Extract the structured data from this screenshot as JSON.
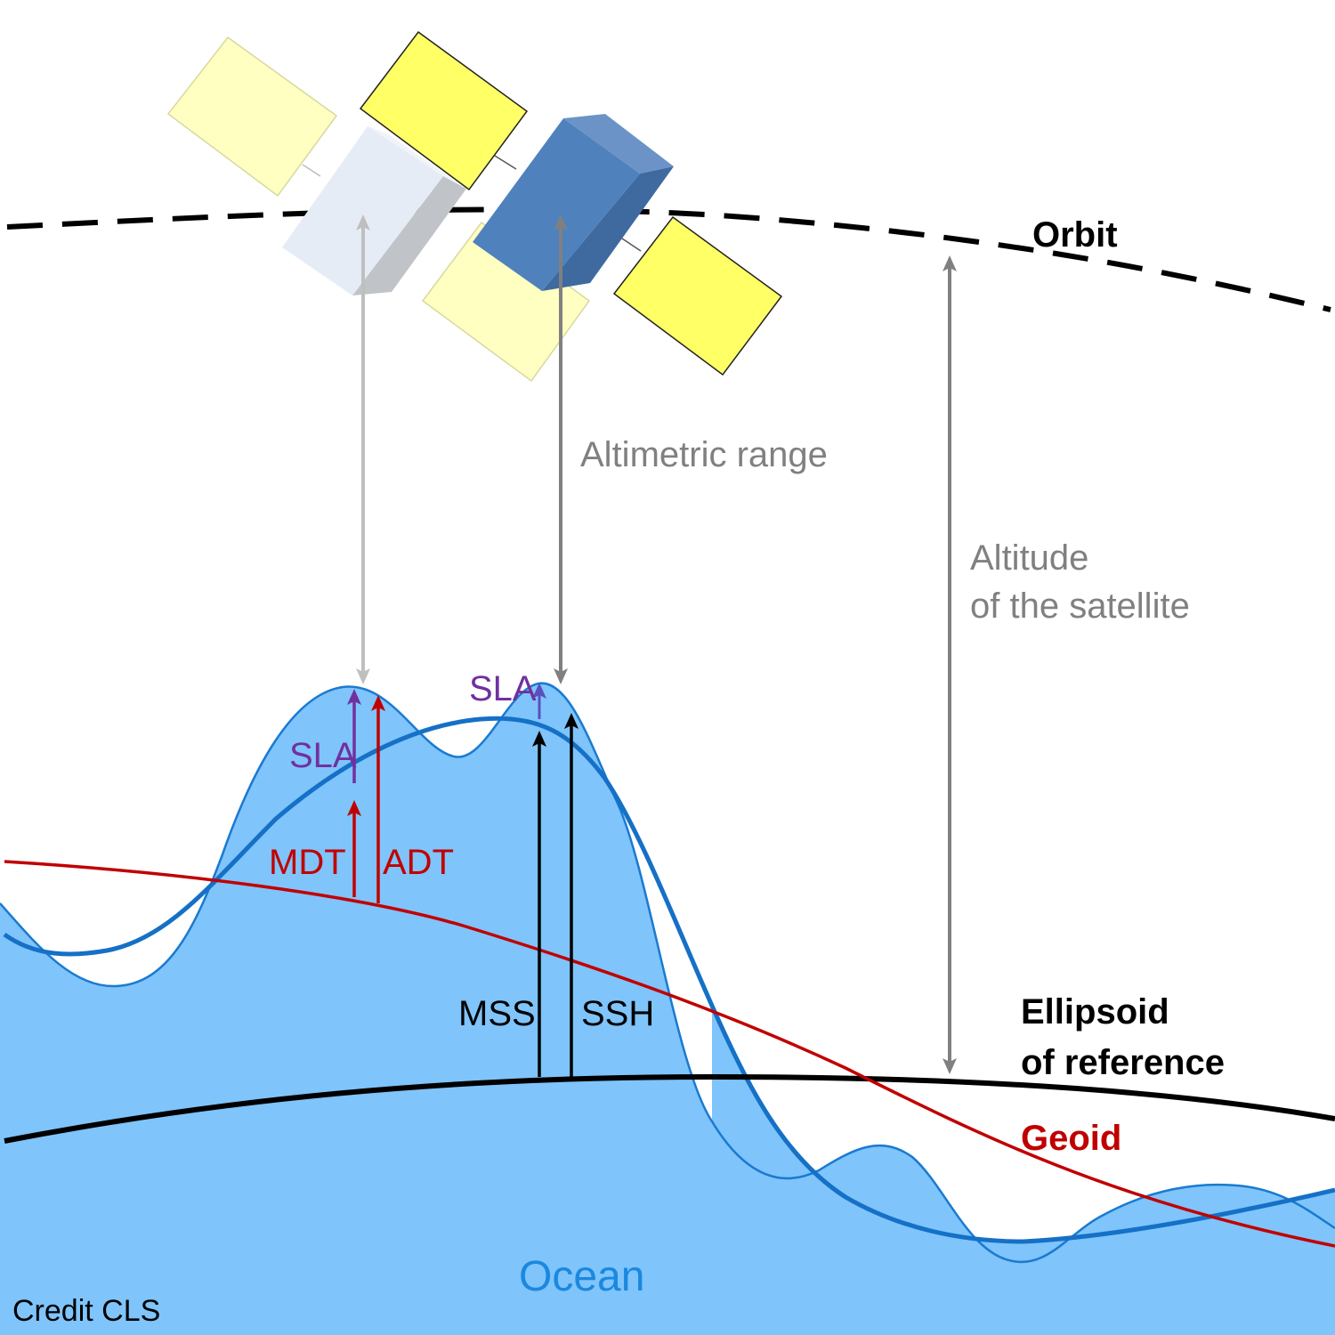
{
  "labels": {
    "orbit": "Orbit",
    "altimetric_range": "Altimetric range",
    "altitude_line1": "Altitude",
    "altitude_line2": "of the satellite",
    "sla_left": "SLA",
    "sla_right": "SLA",
    "mdt": "MDT",
    "adt": "ADT",
    "mss": "MSS",
    "ssh": "SSH",
    "ellipsoid_line1": "Ellipsoid",
    "ellipsoid_line2": "of reference",
    "geoid": "Geoid",
    "ocean": "Ocean",
    "credit": "Credit CLS"
  },
  "colors": {
    "ocean_fill": "#7fc4fa",
    "sea_surface": "#1a7ad0",
    "mean_surface": "#1570c7",
    "geoid": "#c00000",
    "ellipsoid": "#000000",
    "orbit": "#000000",
    "range_arrow": "#808080",
    "range_arrow_light": "#bfbfbf",
    "sla": "#7030a0",
    "sla_arrow": "#5b4fc0",
    "label_gray": "#808080",
    "ocean_text": "#1a88e0",
    "panel_yellow": "#ffff66",
    "panel_yellow_light": "#ffffc2",
    "satellite_blue": "#4f81bd",
    "satellite_ghost": "#e6ecf5"
  }
}
